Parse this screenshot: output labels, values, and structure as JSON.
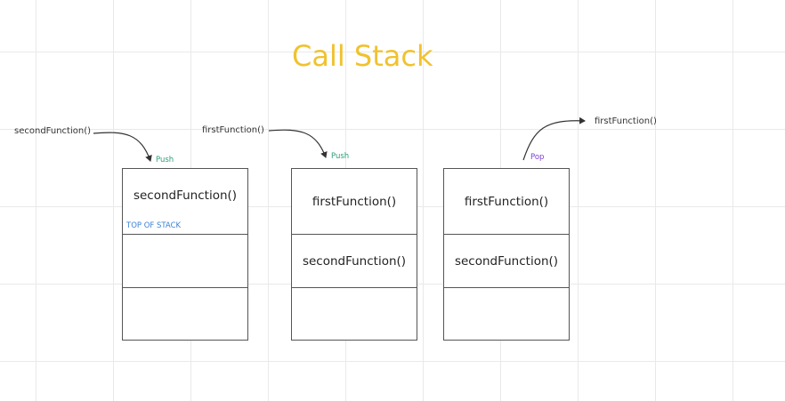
{
  "title": "Call Stack",
  "colors": {
    "title": "#f0c230",
    "push": "#2e9e78",
    "pop": "#7b3fd0",
    "top_of_stack": "#3b82d6",
    "line": "#333333"
  },
  "stack1": {
    "incoming_label": "secondFunction()",
    "action": "Push",
    "slots": [
      "secondFunction()",
      "",
      ""
    ],
    "top_of_stack": "TOP OF STACK"
  },
  "stack2": {
    "incoming_label": "firstFunction()",
    "action": "Push",
    "slots": [
      "firstFunction()",
      "secondFunction()",
      ""
    ]
  },
  "stack3": {
    "outgoing_label": "firstFunction()",
    "action": "Pop",
    "slots": [
      "firstFunction()",
      "secondFunction()",
      ""
    ]
  }
}
